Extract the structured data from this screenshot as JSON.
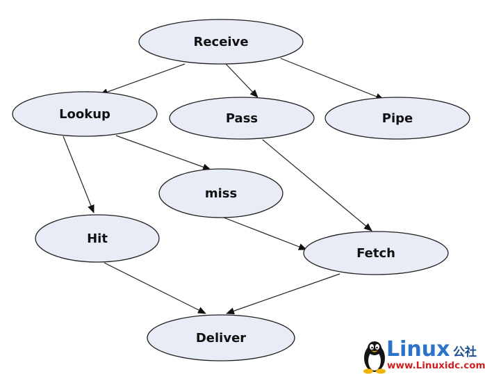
{
  "nodes": [
    {
      "id": "receive",
      "label": "Receive"
    },
    {
      "id": "lookup",
      "label": "Lookup"
    },
    {
      "id": "pass",
      "label": "Pass"
    },
    {
      "id": "pipe",
      "label": "Pipe"
    },
    {
      "id": "miss",
      "label": "miss"
    },
    {
      "id": "hit",
      "label": "Hit"
    },
    {
      "id": "fetch",
      "label": "Fetch"
    },
    {
      "id": "deliver",
      "label": "Deliver"
    }
  ],
  "edges": [
    {
      "from": "receive",
      "to": "lookup"
    },
    {
      "from": "receive",
      "to": "pass"
    },
    {
      "from": "receive",
      "to": "pipe"
    },
    {
      "from": "lookup",
      "to": "miss"
    },
    {
      "from": "lookup",
      "to": "hit"
    },
    {
      "from": "pass",
      "to": "fetch"
    },
    {
      "from": "miss",
      "to": "fetch"
    },
    {
      "from": "hit",
      "to": "deliver"
    },
    {
      "from": "fetch",
      "to": "deliver"
    }
  ],
  "watermark": {
    "brand": "Linux",
    "brand_cn": "公社",
    "url": "www.Linuxidc.com"
  },
  "colors": {
    "node_fill": "#e8ecf6",
    "node_stroke": "#1f1f1f",
    "edge": "#222222",
    "logo_blue": "#2a73c9",
    "logo_red": "#cf1f1f"
  }
}
